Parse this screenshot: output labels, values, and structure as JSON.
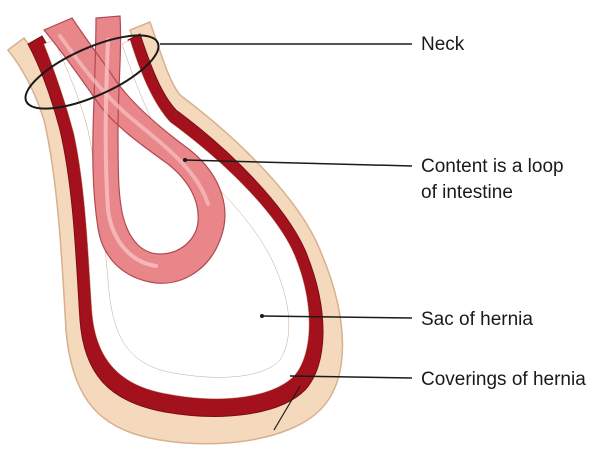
{
  "diagram": {
    "labels": {
      "neck": "Neck",
      "content_line1": "Content is a loop",
      "content_line2": "of intestine",
      "sac": "Sac of hernia",
      "coverings": "Coverings of hernia"
    },
    "colors": {
      "coverings_outer": "#f5d9bd",
      "coverings_outer_edge": "#d8b08e",
      "sac_wall": "#a3121c",
      "sac_wall_edge": "#7a0d14",
      "sac_cavity": "#ffffff",
      "intestine": "#e9868a",
      "intestine_edge": "#b04a52",
      "intestine_highlight": "#f6c2c2",
      "pointer_line": "#1a1a1a"
    }
  }
}
